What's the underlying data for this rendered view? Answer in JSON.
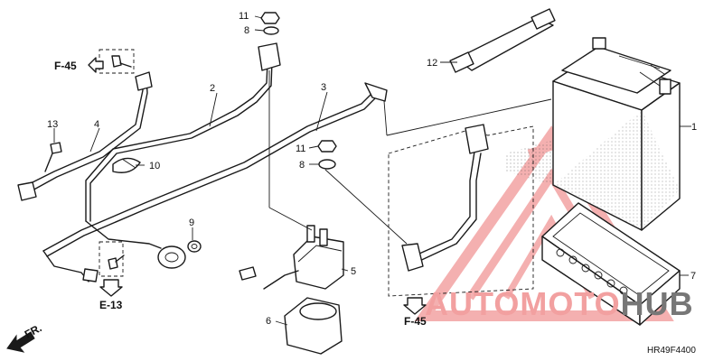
{
  "parts": [
    {
      "num": "1"
    },
    {
      "num": "2"
    },
    {
      "num": "3"
    },
    {
      "num": "4"
    },
    {
      "num": "5"
    },
    {
      "num": "6"
    },
    {
      "num": "7"
    },
    {
      "num": "8"
    },
    {
      "num": "8"
    },
    {
      "num": "9"
    },
    {
      "num": "10"
    },
    {
      "num": "11"
    },
    {
      "num": "11"
    },
    {
      "num": "12"
    },
    {
      "num": "13"
    }
  ],
  "refs": {
    "f45_top": "F-45",
    "f45_bottom": "F-45",
    "e13": "E-13",
    "fr": "FR."
  },
  "diagram_code": "HR49F4400",
  "watermark": {
    "auto": "AUTOMOTO",
    "hub": "HUB",
    "color_primary": "#f2a0a0",
    "color_secondary": "#777777"
  }
}
